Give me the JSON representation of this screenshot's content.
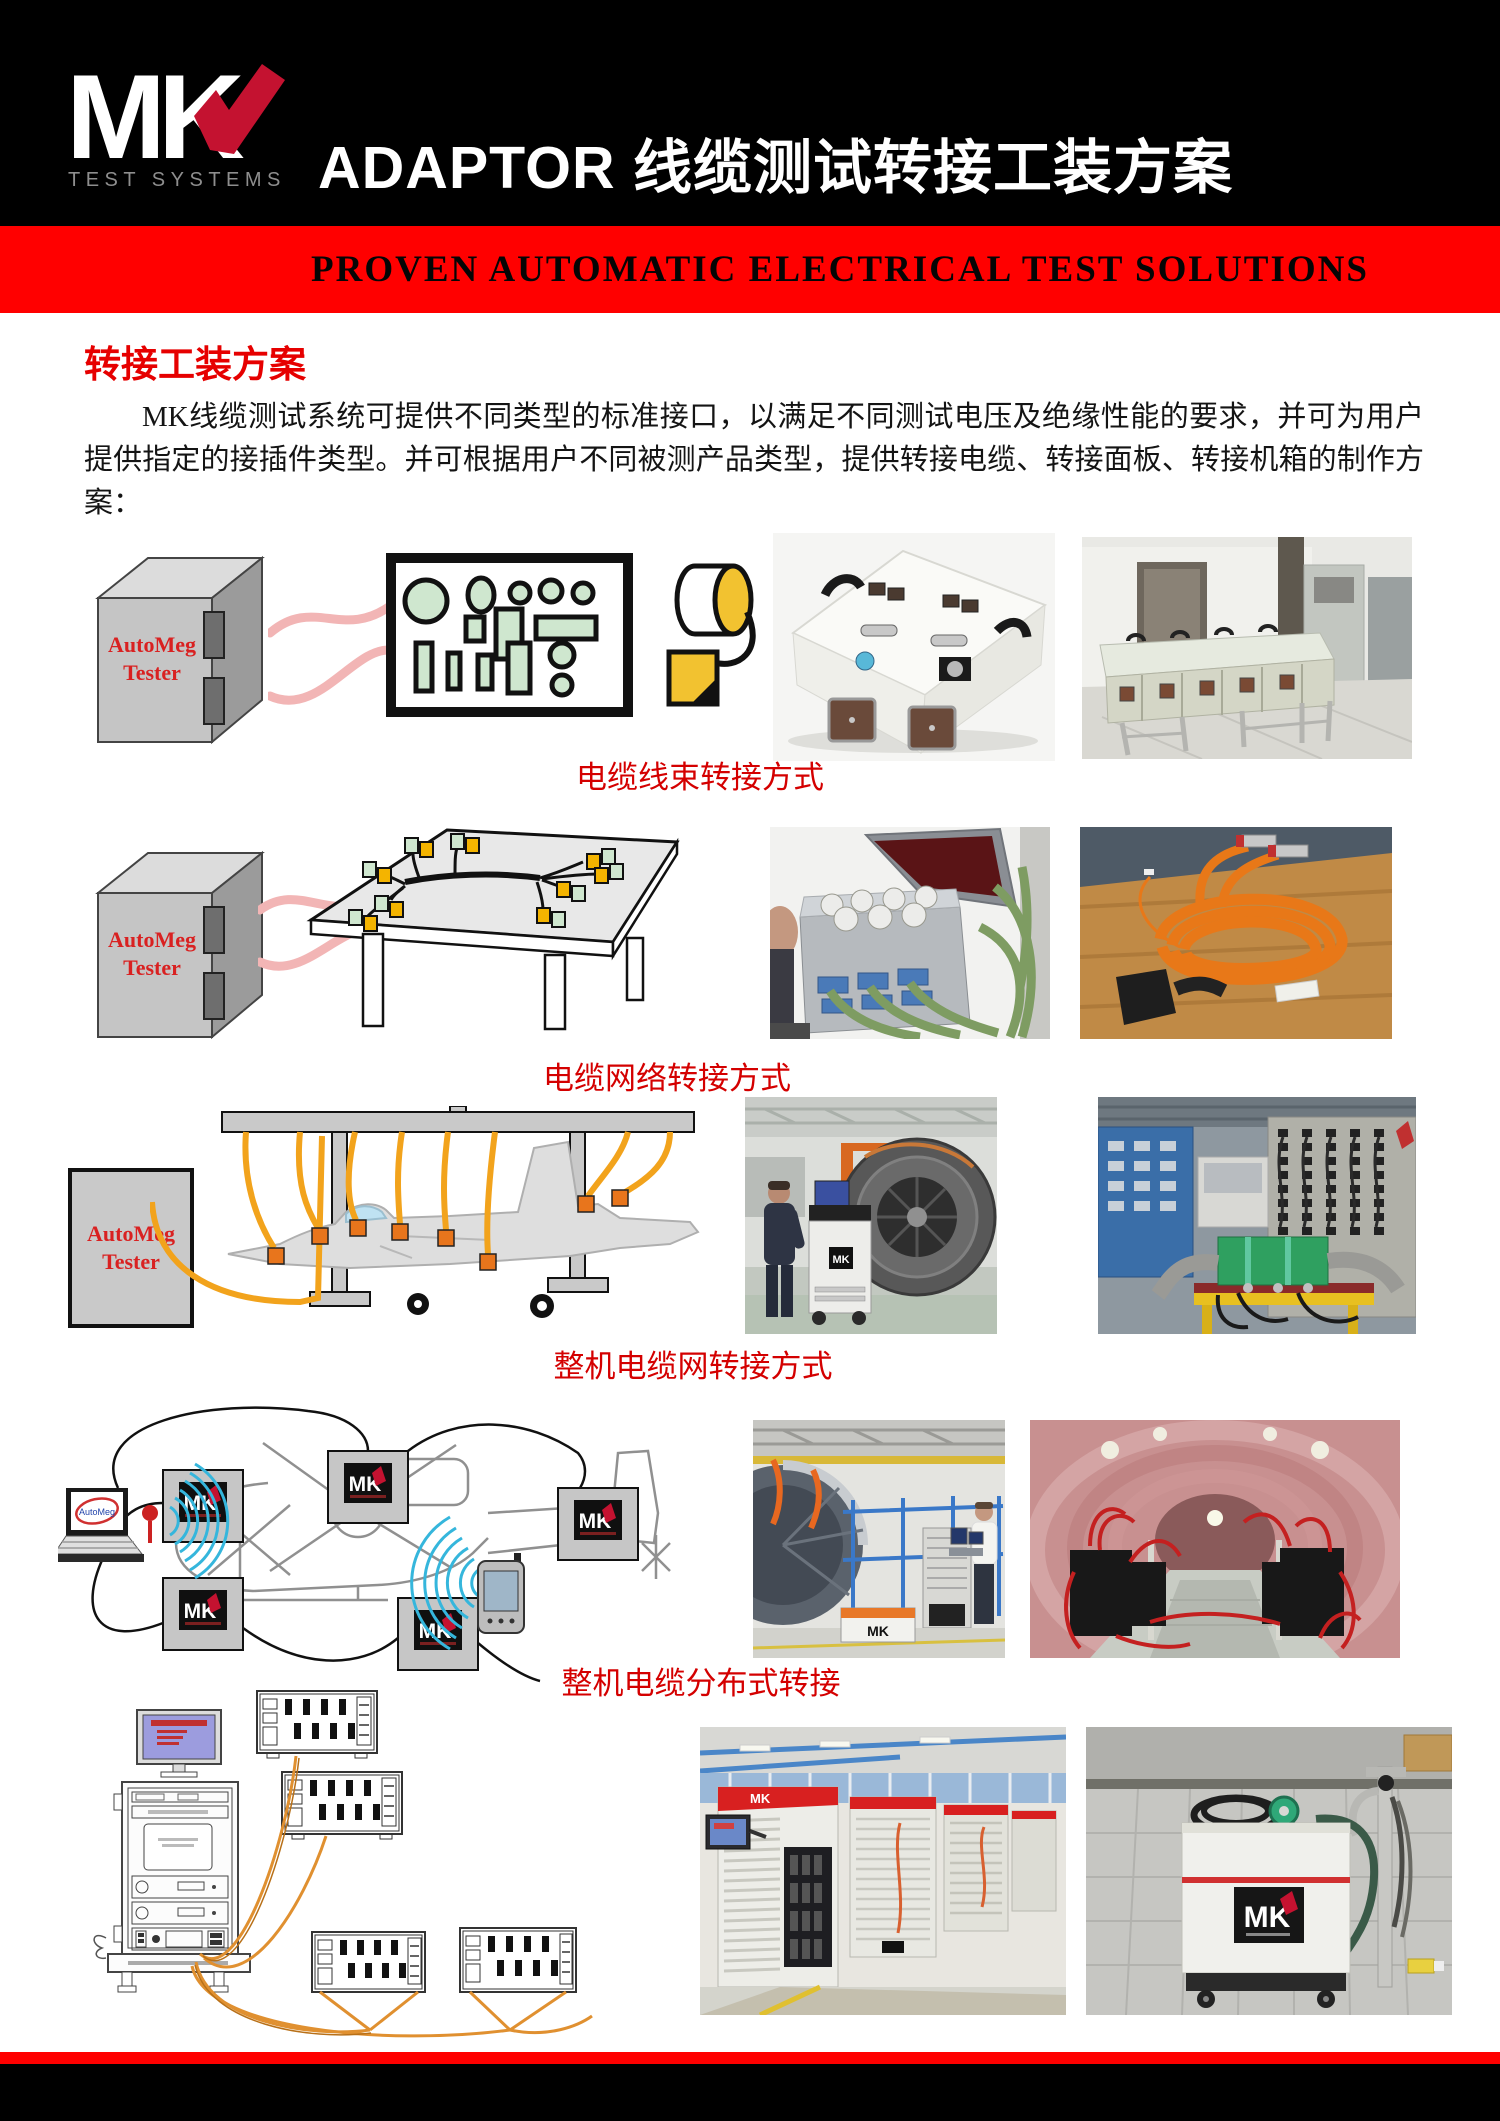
{
  "header": {
    "logo_text": "MK",
    "logo_subtitle": "TEST SYSTEMS",
    "title": "ADAPTOR 线缆测试转接工装方案"
  },
  "banner": {
    "text": "PROVEN AUTOMATIC ELECTRICAL TEST SOLUTIONS"
  },
  "intro": {
    "heading": "转接工装方案",
    "paragraph": "MK线缆测试系统可提供不同类型的标准接口，以满足不同测试电压及绝缘性能的要求，并可为用户提供指定的接插件类型。并可根据用户不同被测产品类型，提供转接电缆、转接面板、转接机箱的制作方案："
  },
  "tester_label": {
    "line1": "AutoMeg",
    "line2": "Tester"
  },
  "mk_logo": {
    "text": "MK",
    "subtitle": "TEST SYSTEMS"
  },
  "laptop_label": "AutoMeg",
  "captions": {
    "row1": "电缆线束转接方式",
    "row2": "电缆网络转接方式",
    "row3": "整机电缆网转接方式",
    "row4": "整机电缆分布式转接"
  },
  "colors": {
    "header_black": "#000000",
    "band_red": "#FF0000",
    "heading_red": "#E60000",
    "caption_red": "#D40000",
    "tester_label_red": "#D92121",
    "logo_check_red": "#C41230",
    "cable_pink": "#F2B5B5",
    "cable_orange": "#F2A31C",
    "connector_orange": "#E8751C",
    "connector_yellow": "#F4B400",
    "panel_green": "#CFE7CF",
    "wireless_cyan": "#35B6DC"
  }
}
